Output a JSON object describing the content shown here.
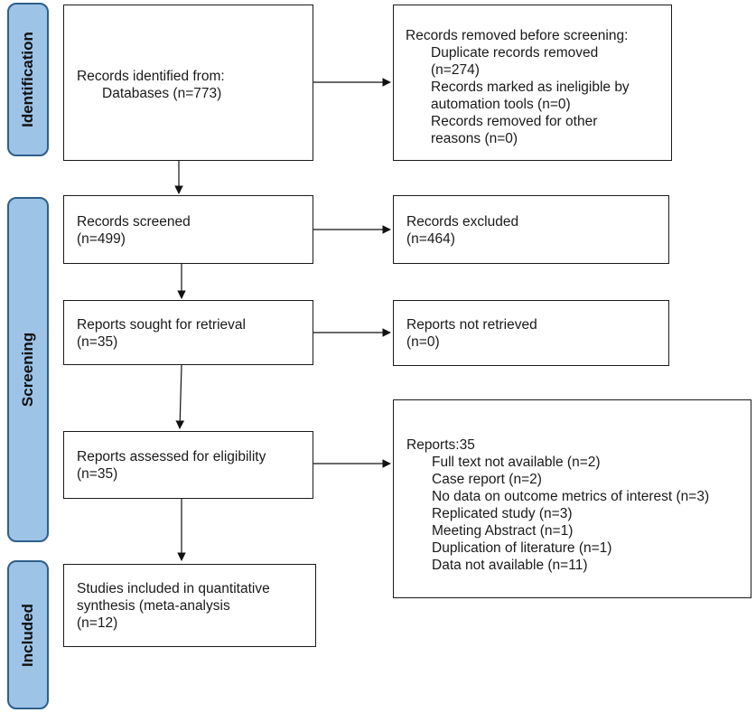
{
  "phases": {
    "identification": "Identification",
    "screening": "Screening",
    "included": "Included"
  },
  "boxes": {
    "records_identified": {
      "lines": [
        "Records identified from:",
        "Databases (n=773)"
      ]
    },
    "records_removed": {
      "heading": "Records removed before screening:",
      "items": [
        "Duplicate records removed",
        "(n=274)",
        "Records marked as ineligible by",
        "automation tools (n=0)",
        "Records removed for other",
        "reasons (n=0)"
      ]
    },
    "records_screened": {
      "lines": [
        "Records screened",
        "(n=499)"
      ]
    },
    "records_excluded": {
      "lines": [
        "Records excluded",
        "(n=464)"
      ]
    },
    "reports_sought": {
      "lines": [
        "Reports sought for retrieval",
        "(n=35)"
      ]
    },
    "reports_not_retrieved": {
      "lines": [
        "Reports not retrieved",
        "(n=0)"
      ]
    },
    "reports_assessed": {
      "lines": [
        "Reports assessed for eligibility",
        "(n=35)"
      ]
    },
    "reports_excluded": {
      "heading": "Reports:35",
      "items": [
        "Full text not available (n=2)",
        "Case report (n=2)",
        "No data on outcome metrics of interest (n=3)",
        "Replicated study (n=3)",
        "Meeting Abstract (n=1)",
        "Duplication of literature (n=1)",
        "Data not available (n=11)"
      ]
    },
    "studies_included": {
      "lines": [
        "Studies included in quantitative",
        "synthesis (meta-analysis",
        "(n=12)"
      ]
    }
  }
}
